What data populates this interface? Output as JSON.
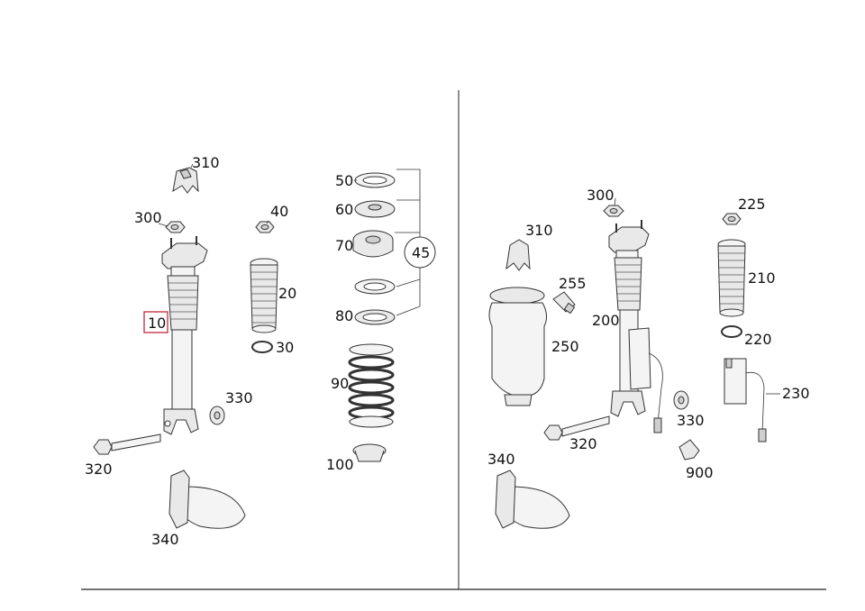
{
  "left_assembly": {
    "labels": {
      "l310": "310",
      "l300": "300",
      "l40": "40",
      "l50": "50",
      "l60": "60",
      "l70": "70",
      "l45": "45",
      "l20": "20",
      "l10": "10",
      "l80": "80",
      "l30": "30",
      "l90": "90",
      "l330": "330",
      "l320": "320",
      "l100": "100",
      "l340": "340"
    },
    "highlighted": "10"
  },
  "right_assembly": {
    "labels": {
      "l300": "300",
      "l225": "225",
      "l310": "310",
      "l255": "255",
      "l210": "210",
      "l200": "200",
      "l250": "250",
      "l220": "220",
      "l230": "230",
      "l330": "330",
      "l320": "320",
      "l340": "340",
      "l900": "900"
    }
  },
  "colors": {
    "highlight": "#c0283a",
    "line": "#333333"
  }
}
